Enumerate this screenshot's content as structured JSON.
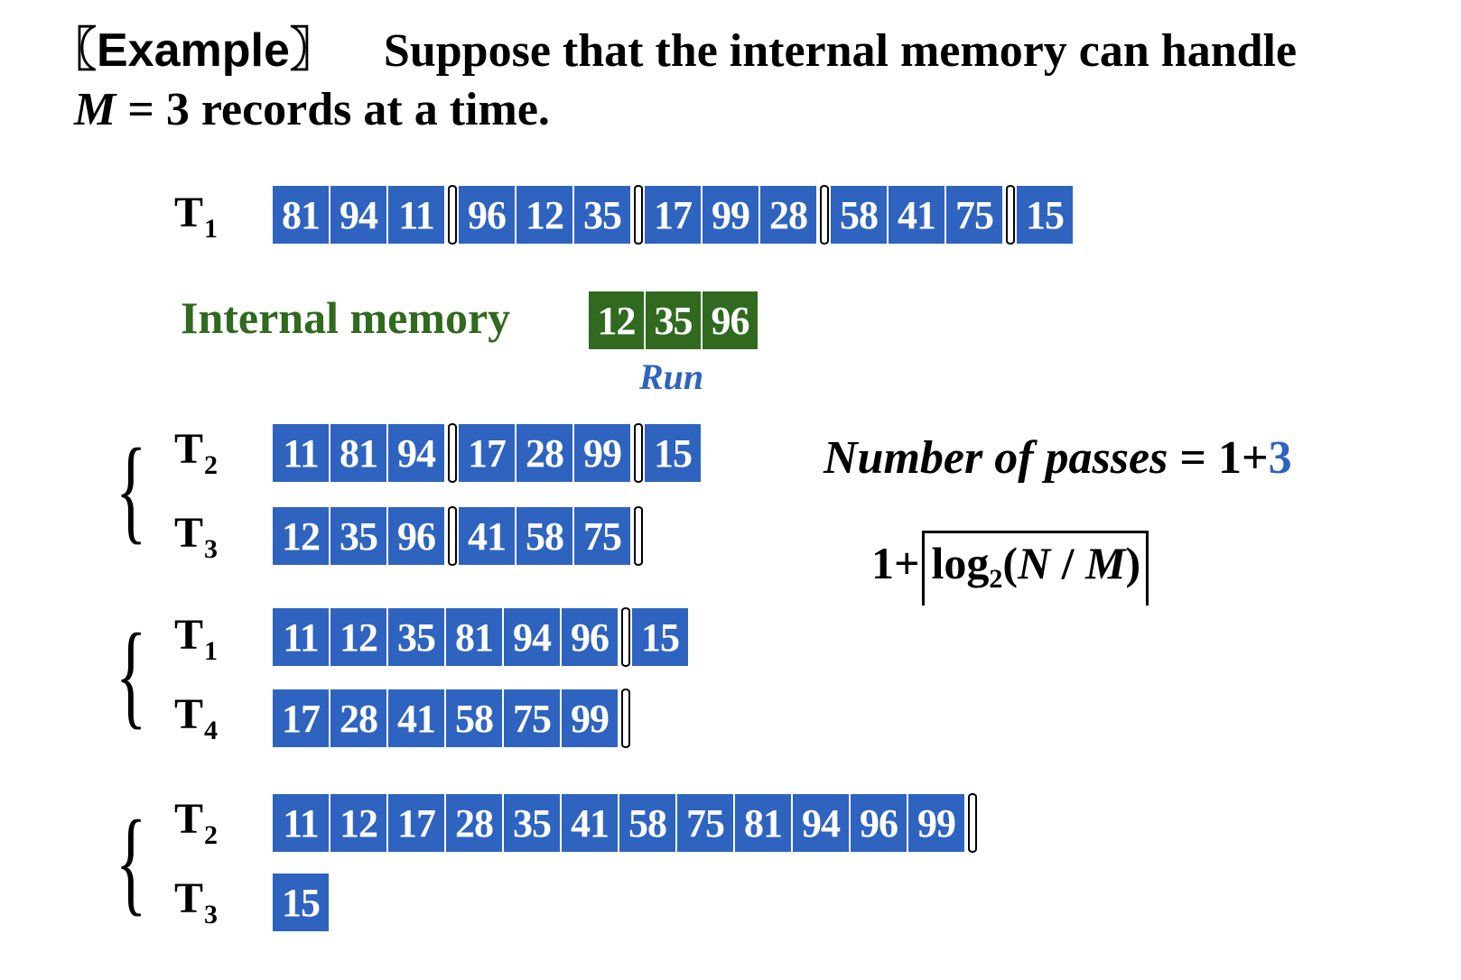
{
  "title": {
    "example_label": "〖Example〗",
    "line1": "Suppose that the internal memory can handle",
    "line2_var": "M",
    "line2_rest": " = 3 records at a time."
  },
  "colors": {
    "tape_blue": "#2f63c0",
    "memory_green": "#2f6a1e"
  },
  "internal_memory": {
    "label": "Internal memory",
    "values": [
      "12",
      "35",
      "96"
    ],
    "run_label": "Run"
  },
  "passes": {
    "label": "Number of passes",
    "eq": " = 1+",
    "count": "3",
    "formula": {
      "prefix": "1+",
      "log": "log",
      "base": "2",
      "open": "(",
      "N": "N",
      "slash": " / ",
      "M": "M",
      "close": ")"
    }
  },
  "tapes": [
    {
      "id": "t1-initial",
      "label": "T",
      "sub": "1",
      "runs": [
        [
          "81",
          "94",
          "11"
        ],
        [
          "96",
          "12",
          "35"
        ],
        [
          "17",
          "99",
          "28"
        ],
        [
          "58",
          "41",
          "75"
        ],
        [
          "15"
        ]
      ]
    },
    {
      "id": "t2-pass1",
      "label": "T",
      "sub": "2",
      "runs": [
        [
          "11",
          "81",
          "94"
        ],
        [
          "17",
          "28",
          "99"
        ],
        [
          "15"
        ]
      ]
    },
    {
      "id": "t3-pass1",
      "label": "T",
      "sub": "3",
      "runs": [
        [
          "12",
          "35",
          "96"
        ],
        [
          "41",
          "58",
          "75"
        ],
        []
      ]
    },
    {
      "id": "t1-pass2",
      "label": "T",
      "sub": "1",
      "runs": [
        [
          "11",
          "12",
          "35",
          "81",
          "94",
          "96"
        ],
        [
          "15"
        ]
      ]
    },
    {
      "id": "t4-pass2",
      "label": "T",
      "sub": "4",
      "runs": [
        [
          "17",
          "28",
          "41",
          "58",
          "75",
          "99"
        ],
        []
      ]
    },
    {
      "id": "t2-pass3",
      "label": "T",
      "sub": "2",
      "runs": [
        [
          "11",
          "12",
          "17",
          "28",
          "35",
          "41",
          "58",
          "75",
          "81",
          "94",
          "96",
          "99"
        ],
        []
      ]
    },
    {
      "id": "t3-pass3",
      "label": "T",
      "sub": "3",
      "runs": [
        [
          "15"
        ]
      ]
    }
  ]
}
